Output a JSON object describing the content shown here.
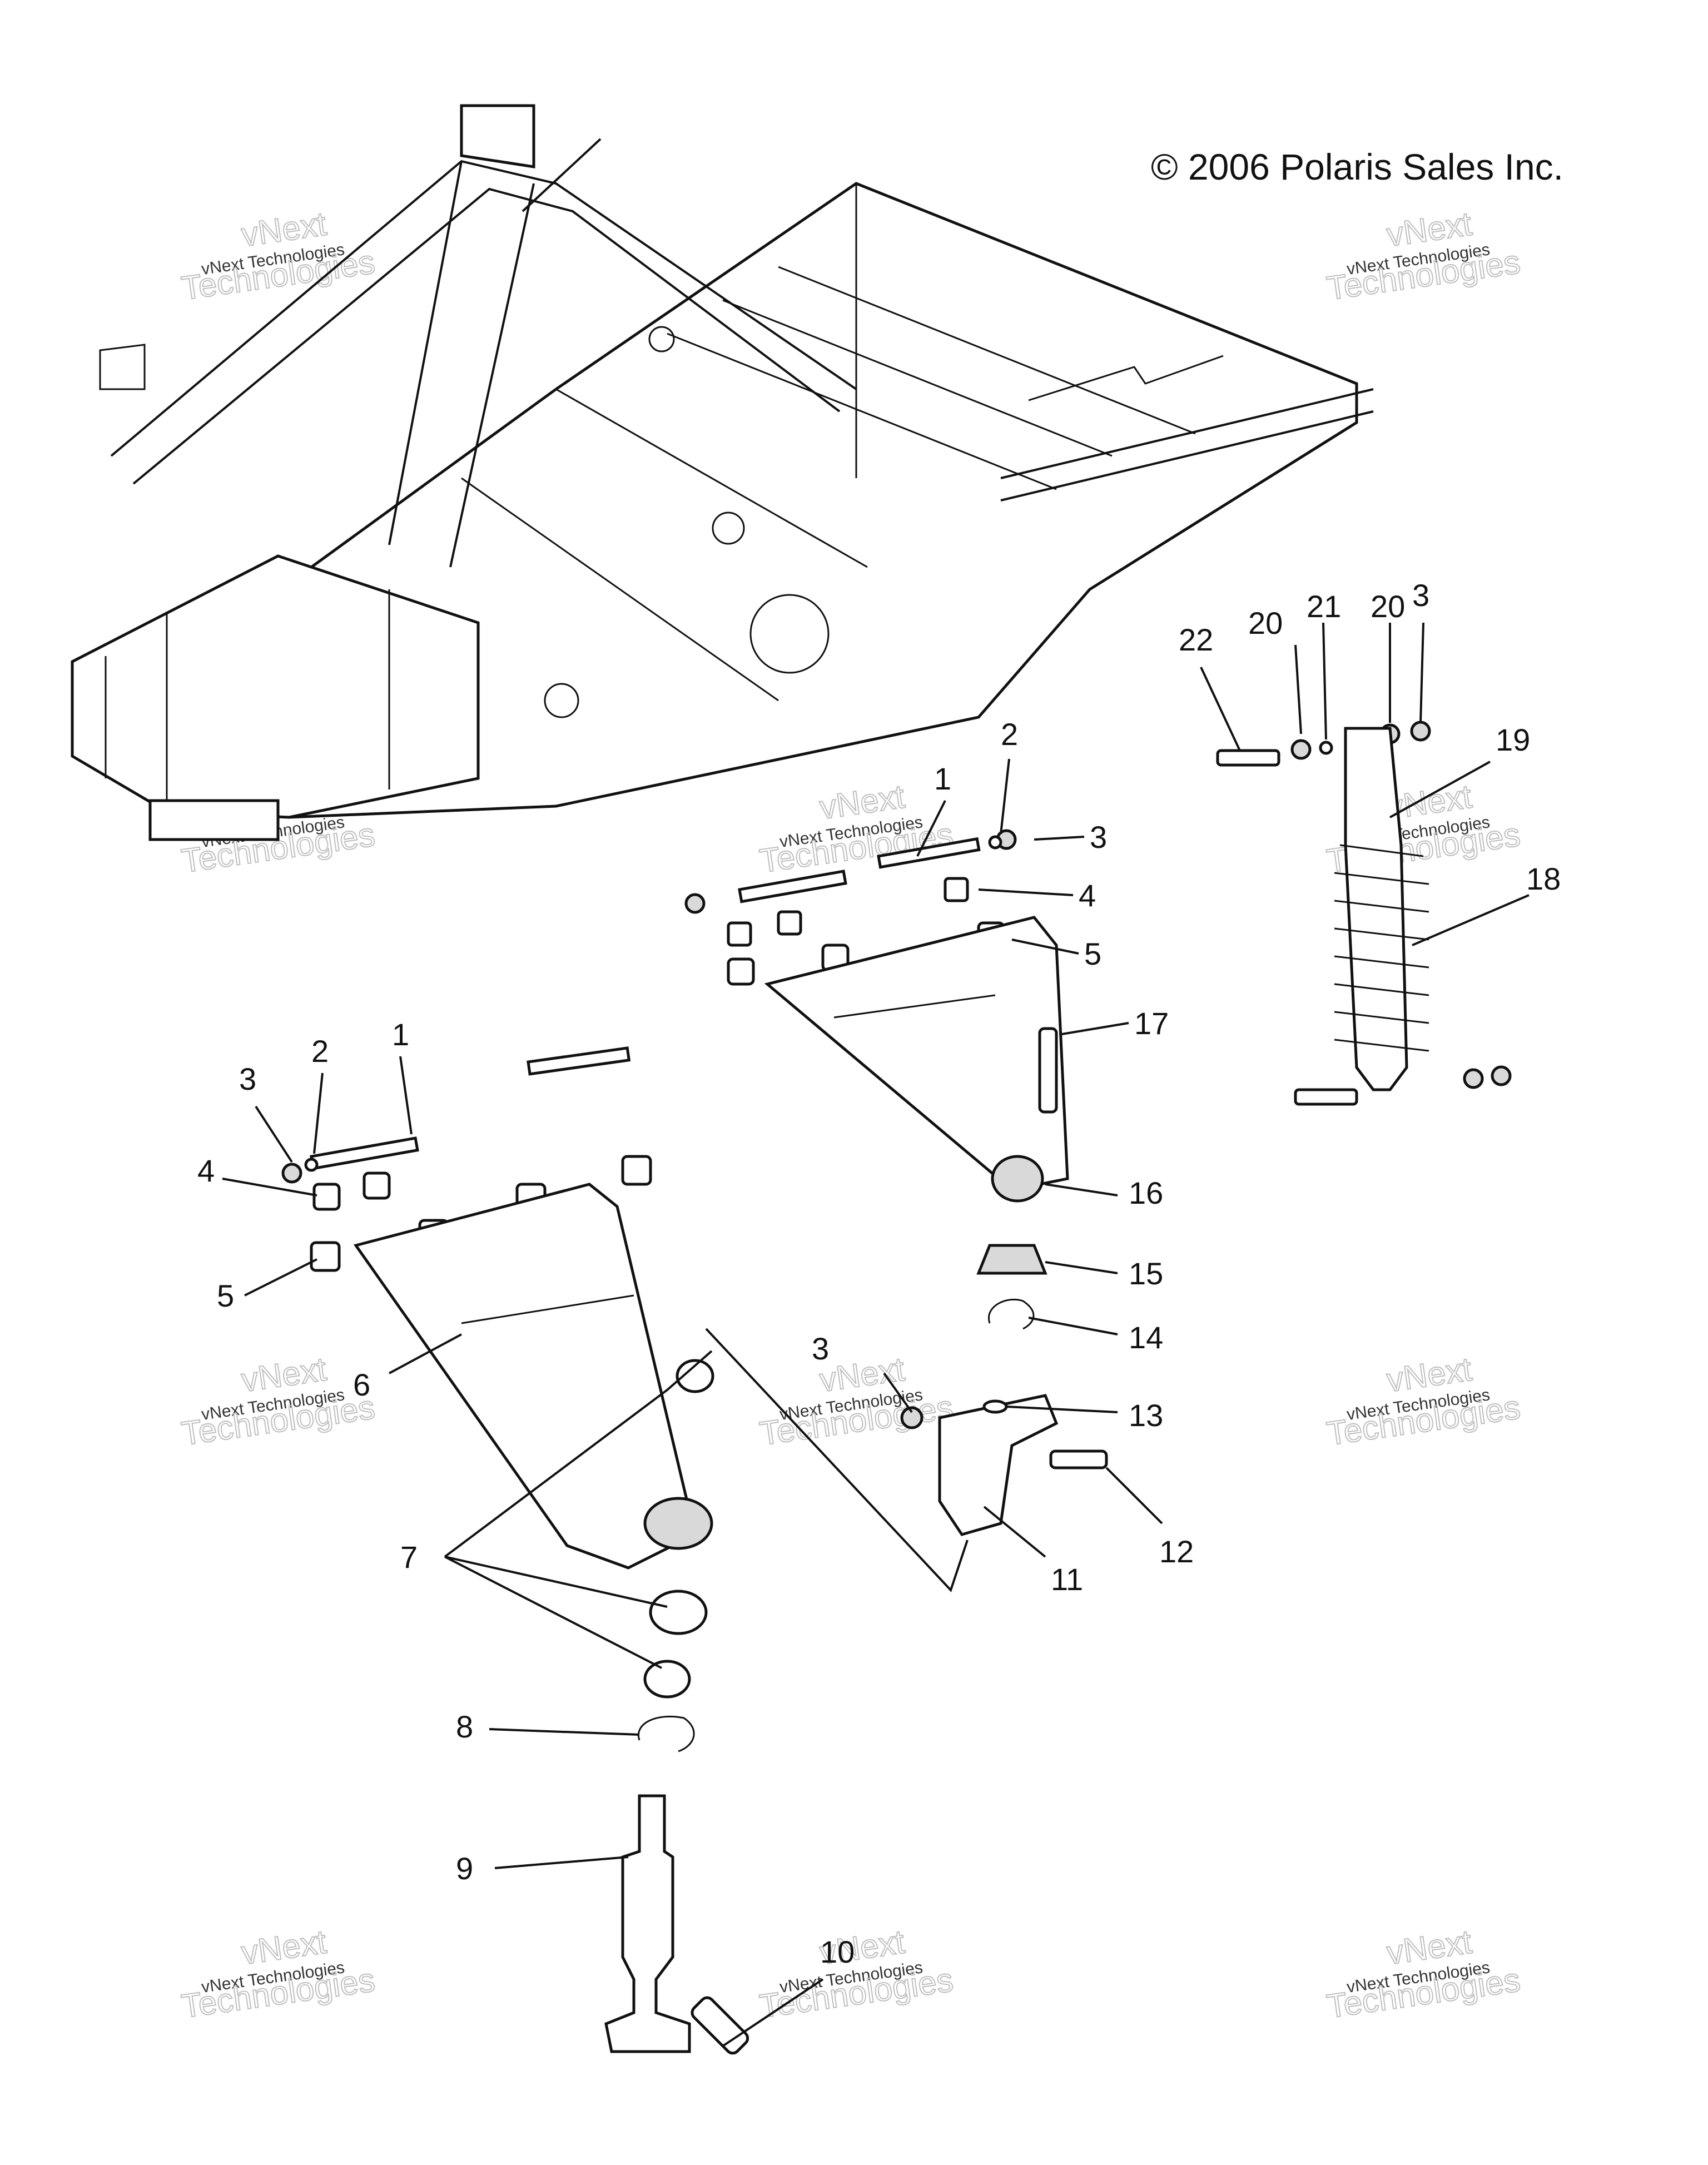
{
  "copyright": "© 2006 Polaris Sales Inc.",
  "watermark": {
    "line1": "vNext Technologies",
    "line2": "vNext",
    "line3": "Technologies"
  },
  "callouts": [
    "1",
    "2",
    "3",
    "4",
    "5",
    "6",
    "7",
    "8",
    "9",
    "10",
    "11",
    "12",
    "13",
    "14",
    "15",
    "16",
    "17",
    "18",
    "19",
    "20",
    "21",
    "22"
  ],
  "colors": {
    "line": "#111111",
    "watermark": "#bfbfbf",
    "background": "#ffffff"
  }
}
